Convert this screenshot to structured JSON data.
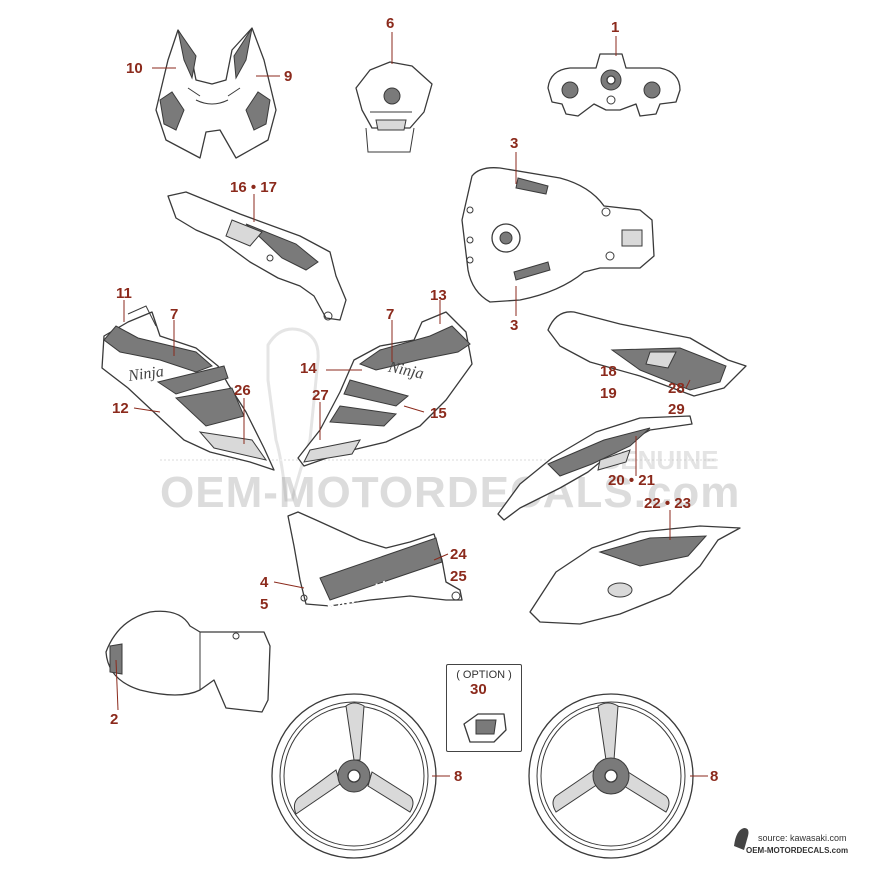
{
  "watermark": {
    "line1": "OEM-MOTORDECALS.com",
    "line2": "GENUINE"
  },
  "option_box": {
    "label": "( OPTION )",
    "number": "30"
  },
  "source": {
    "line1": "source: kawasaki.com",
    "line2": "OEM-MOTORDECALS.com"
  },
  "callouts": {
    "c1": "1",
    "c2": "2",
    "c3a": "3",
    "c3b": "3",
    "c4": "4",
    "c5": "5",
    "c6": "6",
    "c7a": "7",
    "c7b": "7",
    "c8a": "8",
    "c8b": "8",
    "c9": "9",
    "c10": "10",
    "c11": "11",
    "c12": "12",
    "c13": "13",
    "c14": "14",
    "c15": "15",
    "c16_17": "16 • 17",
    "c18": "18",
    "c19": "19",
    "c20_21": "20 • 21",
    "c22_23": "22 • 23",
    "c24": "24",
    "c25": "25",
    "c26": "26",
    "c27": "27",
    "c28": "28",
    "c29": "29"
  },
  "decal_text": {
    "ninja": "Ninja",
    "kawasaki": "Kawasaki"
  },
  "colors": {
    "callout": "#8b2a1c",
    "line": "#3a3a3a",
    "shade": "#7a7a7a",
    "light": "#d9d9d9"
  }
}
